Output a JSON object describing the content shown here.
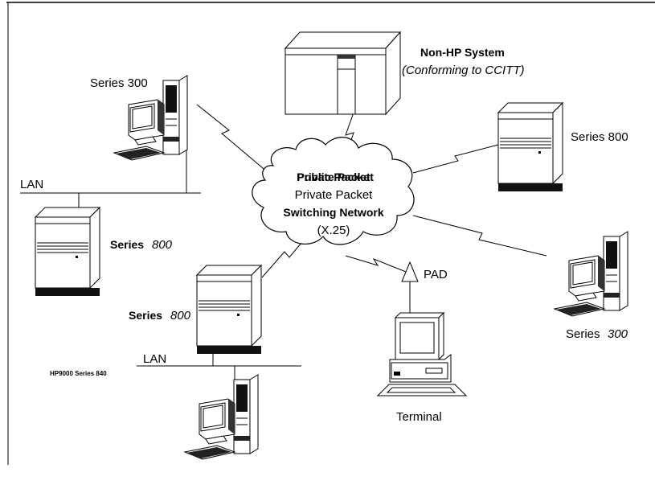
{
  "cloud": {
    "line1_overlap_a": "Public Packet",
    "line1_overlap_b": "Private Packet",
    "line2": "Private Packet",
    "line3": "Switching Network",
    "line4": "(X.25)"
  },
  "nodes": {
    "non_hp": {
      "title": "Non-HP System",
      "subtitle": "(Conforming to CCITT)"
    },
    "s300_top_left": {
      "label": "Series 300"
    },
    "s800_right": {
      "label": "Series 800"
    },
    "s800_left": {
      "prefix": "Series",
      "model": "800"
    },
    "s800_center": {
      "prefix": "Series",
      "model": "800"
    },
    "s300_right": {
      "prefix": "Series",
      "model": "300"
    },
    "terminal": {
      "label": "Terminal"
    },
    "pad": {
      "label": "PAD"
    },
    "lan_top": {
      "label": "LAN"
    },
    "lan_bottom": {
      "label": "LAN"
    },
    "hp9000": {
      "label": "HP9000 Series 840"
    }
  }
}
